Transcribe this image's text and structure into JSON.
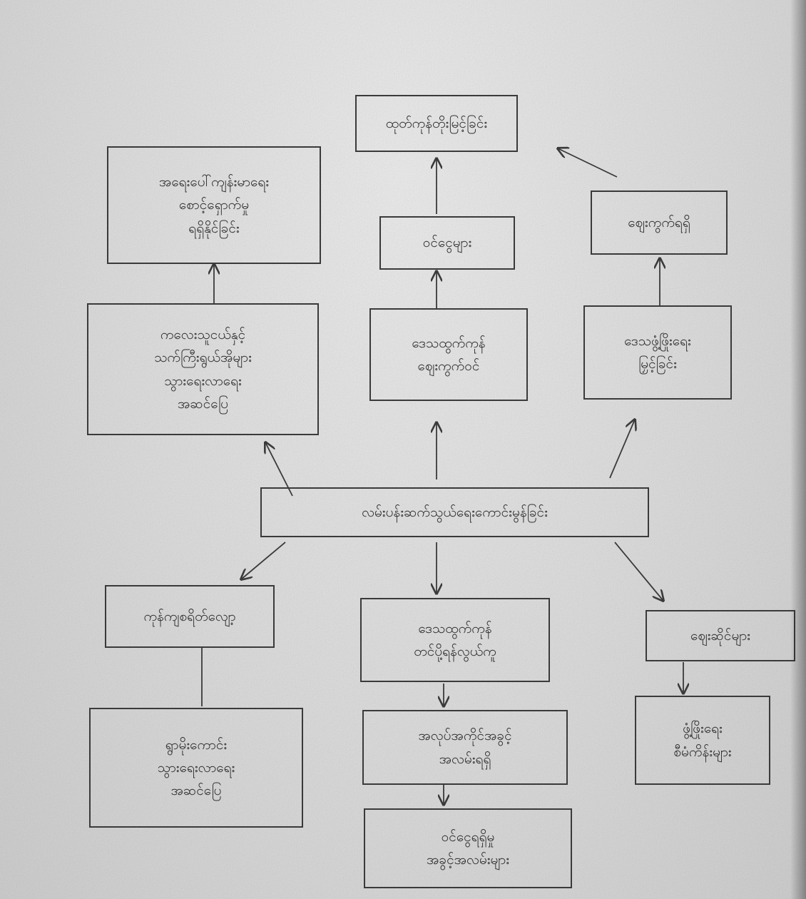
{
  "nodes": {
    "top": "ထုတ်ကုန်တိုးမြင့်ခြင်း",
    "upper_left": "အရေးပေါ်ကျန်းမာရေး\nစောင့်ရှောက်မှု\nရရှိနိုင်ခြင်း",
    "upper_mid": "ဝင်ငွေများ",
    "upper_right": "ဈေးကွက်ရရှိ",
    "mid_left": "ကလေးသူငယ်နှင့်\nသက်ကြီးရွယ်အိုများ\nသွားရေးလာရေး\nအဆင်ပြေ",
    "mid_mid": "ဒေသထွက်ကုန်\nဈေးကွက်ဝင်",
    "mid_right": "ဒေသဖွံ့ဖြိုးရေး\nမြှင့်ခြင်း",
    "center": "လမ်းပန်းဆက်သွယ်ရေးကောင်းမွန်ခြင်း",
    "low_left": "ကုန်ကျစရိတ်လျော့",
    "low_mid": "ဒေသထွက်ကုန်\nတင်ပို့ရန်လွယ်ကူ",
    "low_right": "ဈေးဆိုင်များ",
    "bot_left": "ရွာမိုးကောင်း\nသွားရေးလာရေး\nအဆင်ပြေ",
    "bot_mid": "အလုပ်အကိုင်အခွင့်\nအလမ်းရရှိ",
    "bot_right": "ဖွံ့ဖြိုးရေး\nစီမံကိန်းများ",
    "bottom": "ဝင်ငွေရရှိမှု\nအခွင့်အလမ်းများ"
  }
}
